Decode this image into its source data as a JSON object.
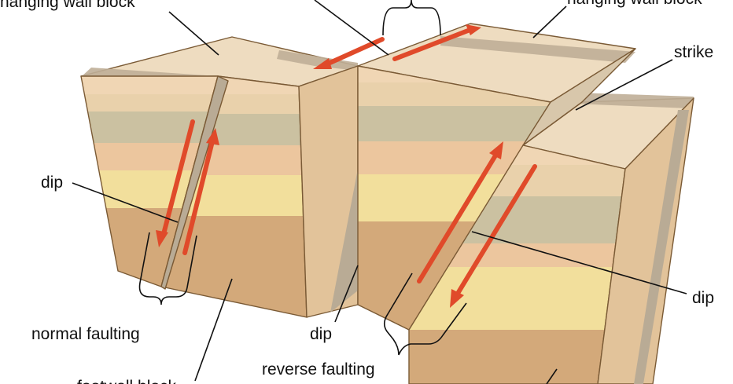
{
  "labels": {
    "hanging_wall_left": "hanging wall block",
    "hanging_wall_right": "hanging wall block",
    "strike": "strike",
    "dip_left": "dip",
    "dip_center": "dip",
    "dip_right": "dip",
    "normal_faulting": "normal faulting",
    "reverse_faulting": "reverse faulting",
    "footwall_block": "footwall block"
  },
  "colors": {
    "top_surface": "#eedcc0",
    "marker_band": "#bfae97",
    "layer_light": "#f0d6b4",
    "layer_gray": "#cbc1a1",
    "layer_peach": "#ecc69e",
    "layer_yellow": "#f2df9c",
    "layer_base": "#d3a97a",
    "fault_plane": "#b9ab95",
    "arrow": "#e04a2a",
    "outline": "#7a5a35"
  }
}
